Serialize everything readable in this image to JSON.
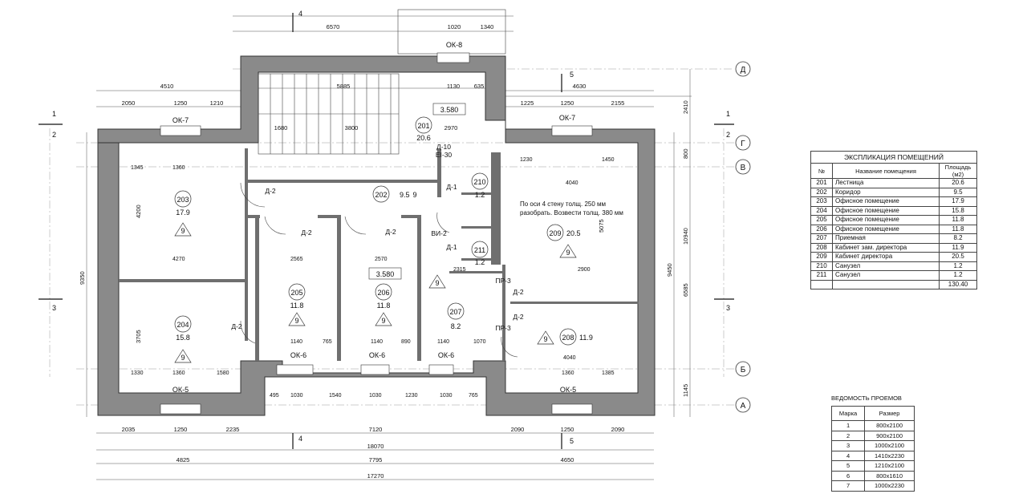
{
  "explication": {
    "title": "ЭКСПЛИКАЦИЯ ПОМЕЩЕНИЙ",
    "headers": {
      "num": "№",
      "name": "Название помещения",
      "area": "Площадь (м2)"
    },
    "rows": [
      {
        "num": "201",
        "name": "Лестница",
        "area": "20.6"
      },
      {
        "num": "202",
        "name": "Коридор",
        "area": "9.5"
      },
      {
        "num": "203",
        "name": "Офисное помещение",
        "area": "17.9"
      },
      {
        "num": "204",
        "name": "Офисное помещение",
        "area": "15.8"
      },
      {
        "num": "205",
        "name": "Офисное помещение",
        "area": "11.8"
      },
      {
        "num": "206",
        "name": "Офисное помещение",
        "area": "11.8"
      },
      {
        "num": "207",
        "name": "Приемная",
        "area": "8.2"
      },
      {
        "num": "208",
        "name": "Кабинет зам. директора",
        "area": "11.9"
      },
      {
        "num": "209",
        "name": "Кабинет директора",
        "area": "20.5"
      },
      {
        "num": "210",
        "name": "Санузел",
        "area": "1.2"
      },
      {
        "num": "211",
        "name": "Санузел",
        "area": "1.2"
      }
    ],
    "total": "130.40"
  },
  "openings": {
    "title": "ВЕДОМОСТЬ ПРОЕМОВ",
    "headers": {
      "mark": "Марка",
      "size": "Размер"
    },
    "rows": [
      {
        "mark": "1",
        "size": "800x2100"
      },
      {
        "mark": "2",
        "size": "900x2100"
      },
      {
        "mark": "3",
        "size": "1000x2100"
      },
      {
        "mark": "4",
        "size": "1410x2230"
      },
      {
        "mark": "5",
        "size": "1210x2100"
      },
      {
        "mark": "6",
        "size": "800x1610"
      },
      {
        "mark": "7",
        "size": "1000x2230"
      }
    ]
  },
  "plan": {
    "axes_letters": [
      "Д",
      "Г",
      "В",
      "Б",
      "А"
    ],
    "axes_numbers": [
      "1",
      "2",
      "3",
      "4",
      "5"
    ],
    "level_marks": [
      "3.580",
      "3.580"
    ],
    "note_line1": "По оси 4 стену толщ. 250 мм",
    "note_line2": "разобрать. Возвести толщ. 380 мм",
    "rooms": [
      {
        "num": "201",
        "area": "20.6"
      },
      {
        "num": "202",
        "area": "9.5"
      },
      {
        "num": "203",
        "area": "17.9"
      },
      {
        "num": "204",
        "area": "15.8"
      },
      {
        "num": "205",
        "area": "11.8"
      },
      {
        "num": "206",
        "area": "11.8"
      },
      {
        "num": "207",
        "area": "8.2"
      },
      {
        "num": "208",
        "area": "11.9"
      },
      {
        "num": "209",
        "area": "20.5"
      },
      {
        "num": "210",
        "area": "1.2"
      },
      {
        "num": "211",
        "area": "1.2"
      }
    ],
    "window_tags": [
      "ОК-8",
      "ОК-7",
      "ОК-7",
      "ОК-6",
      "ОК-6",
      "ОК-6",
      "ОК-5",
      "ОК-5"
    ],
    "door_tags": [
      "Д-2",
      "Д-2",
      "Д-2",
      "Д-2",
      "Д-2",
      "Д-2",
      "Д-1",
      "Д-1",
      "Д-10",
      "EI-30",
      "ВИ-2",
      "ПР-3",
      "ПР-3"
    ],
    "finish_type": "9",
    "dims_top": [
      "6570",
      "1020",
      "1340",
      "4510",
      "5885",
      "1130",
      "635",
      "4630",
      "2050",
      "1250",
      "1210",
      "1225",
      "1250",
      "2155",
      "1680",
      "3800",
      "2970"
    ],
    "dims_bottom": [
      "2035",
      "1250",
      "2235",
      "7120",
      "2090",
      "1250",
      "2090",
      "18070",
      "4825",
      "7795",
      "4650",
      "17270"
    ],
    "dims_inner": [
      "1345",
      "1360",
      "1230",
      "4040",
      "1450",
      "4270",
      "2565",
      "2570",
      "2315",
      "2900",
      "1140",
      "765",
      "1140",
      "890",
      "1140",
      "1070",
      "4040",
      "1330",
      "1360",
      "1580",
      "1360",
      "1385",
      "495",
      "1030",
      "1540",
      "1030",
      "1230",
      "1030",
      "765"
    ],
    "dims_side": [
      "9350",
      "4200",
      "3705",
      "10940",
      "6585",
      "9450",
      "5075",
      "2410",
      "800",
      "1145"
    ]
  }
}
